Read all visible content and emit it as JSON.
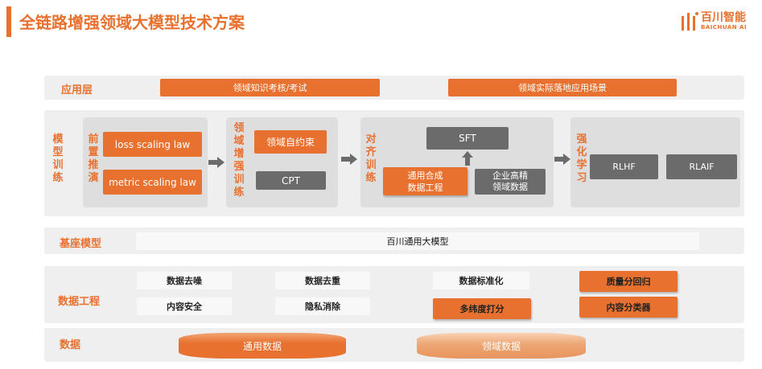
{
  "header": {
    "title": "全链路增强领域大模型技术方案",
    "logo_cn": "百川智能",
    "logo_en": "BAICHUAN AI"
  },
  "app_layer": {
    "label": "应用层",
    "items": [
      "领域知识考核/考试",
      "领域实际落地应用场景"
    ]
  },
  "model_training": {
    "label": [
      "模",
      "型",
      "训",
      "练"
    ],
    "pre": {
      "label": [
        "前",
        "置",
        "推",
        "演"
      ],
      "items": [
        "loss scaling law",
        "metric scaling law"
      ]
    },
    "domain": {
      "label": [
        "领",
        "域",
        "增",
        "强",
        "训",
        "练"
      ],
      "items": [
        "领域自约束",
        "CPT"
      ]
    },
    "align": {
      "label": [
        "对",
        "齐",
        "训",
        "练"
      ],
      "sft": "SFT",
      "data_eng": [
        "通用合成",
        "数据工程"
      ],
      "domain_data": [
        "企业高精",
        "领域数据"
      ]
    },
    "rl": {
      "label": [
        "强",
        "化",
        "学",
        "习"
      ],
      "items": [
        "RLHF",
        "RLAIF"
      ]
    }
  },
  "base_model": {
    "label": "基座模型",
    "item": "百川通用大模型"
  },
  "data_engineering": {
    "label": "数据工程",
    "items": [
      "数据去噪",
      "内容安全",
      "数据去重",
      "隐私消除",
      "数据标准化",
      "多纬度打分",
      "质量分回归",
      "内容分类器"
    ]
  },
  "data": {
    "label": "数据",
    "items": [
      "通用数据",
      "领域数据"
    ]
  },
  "colors": {
    "accent": "#e8712f",
    "gray": "#6b6b6b",
    "row_bg": "#efefef",
    "panel_bg": "#dedede"
  }
}
